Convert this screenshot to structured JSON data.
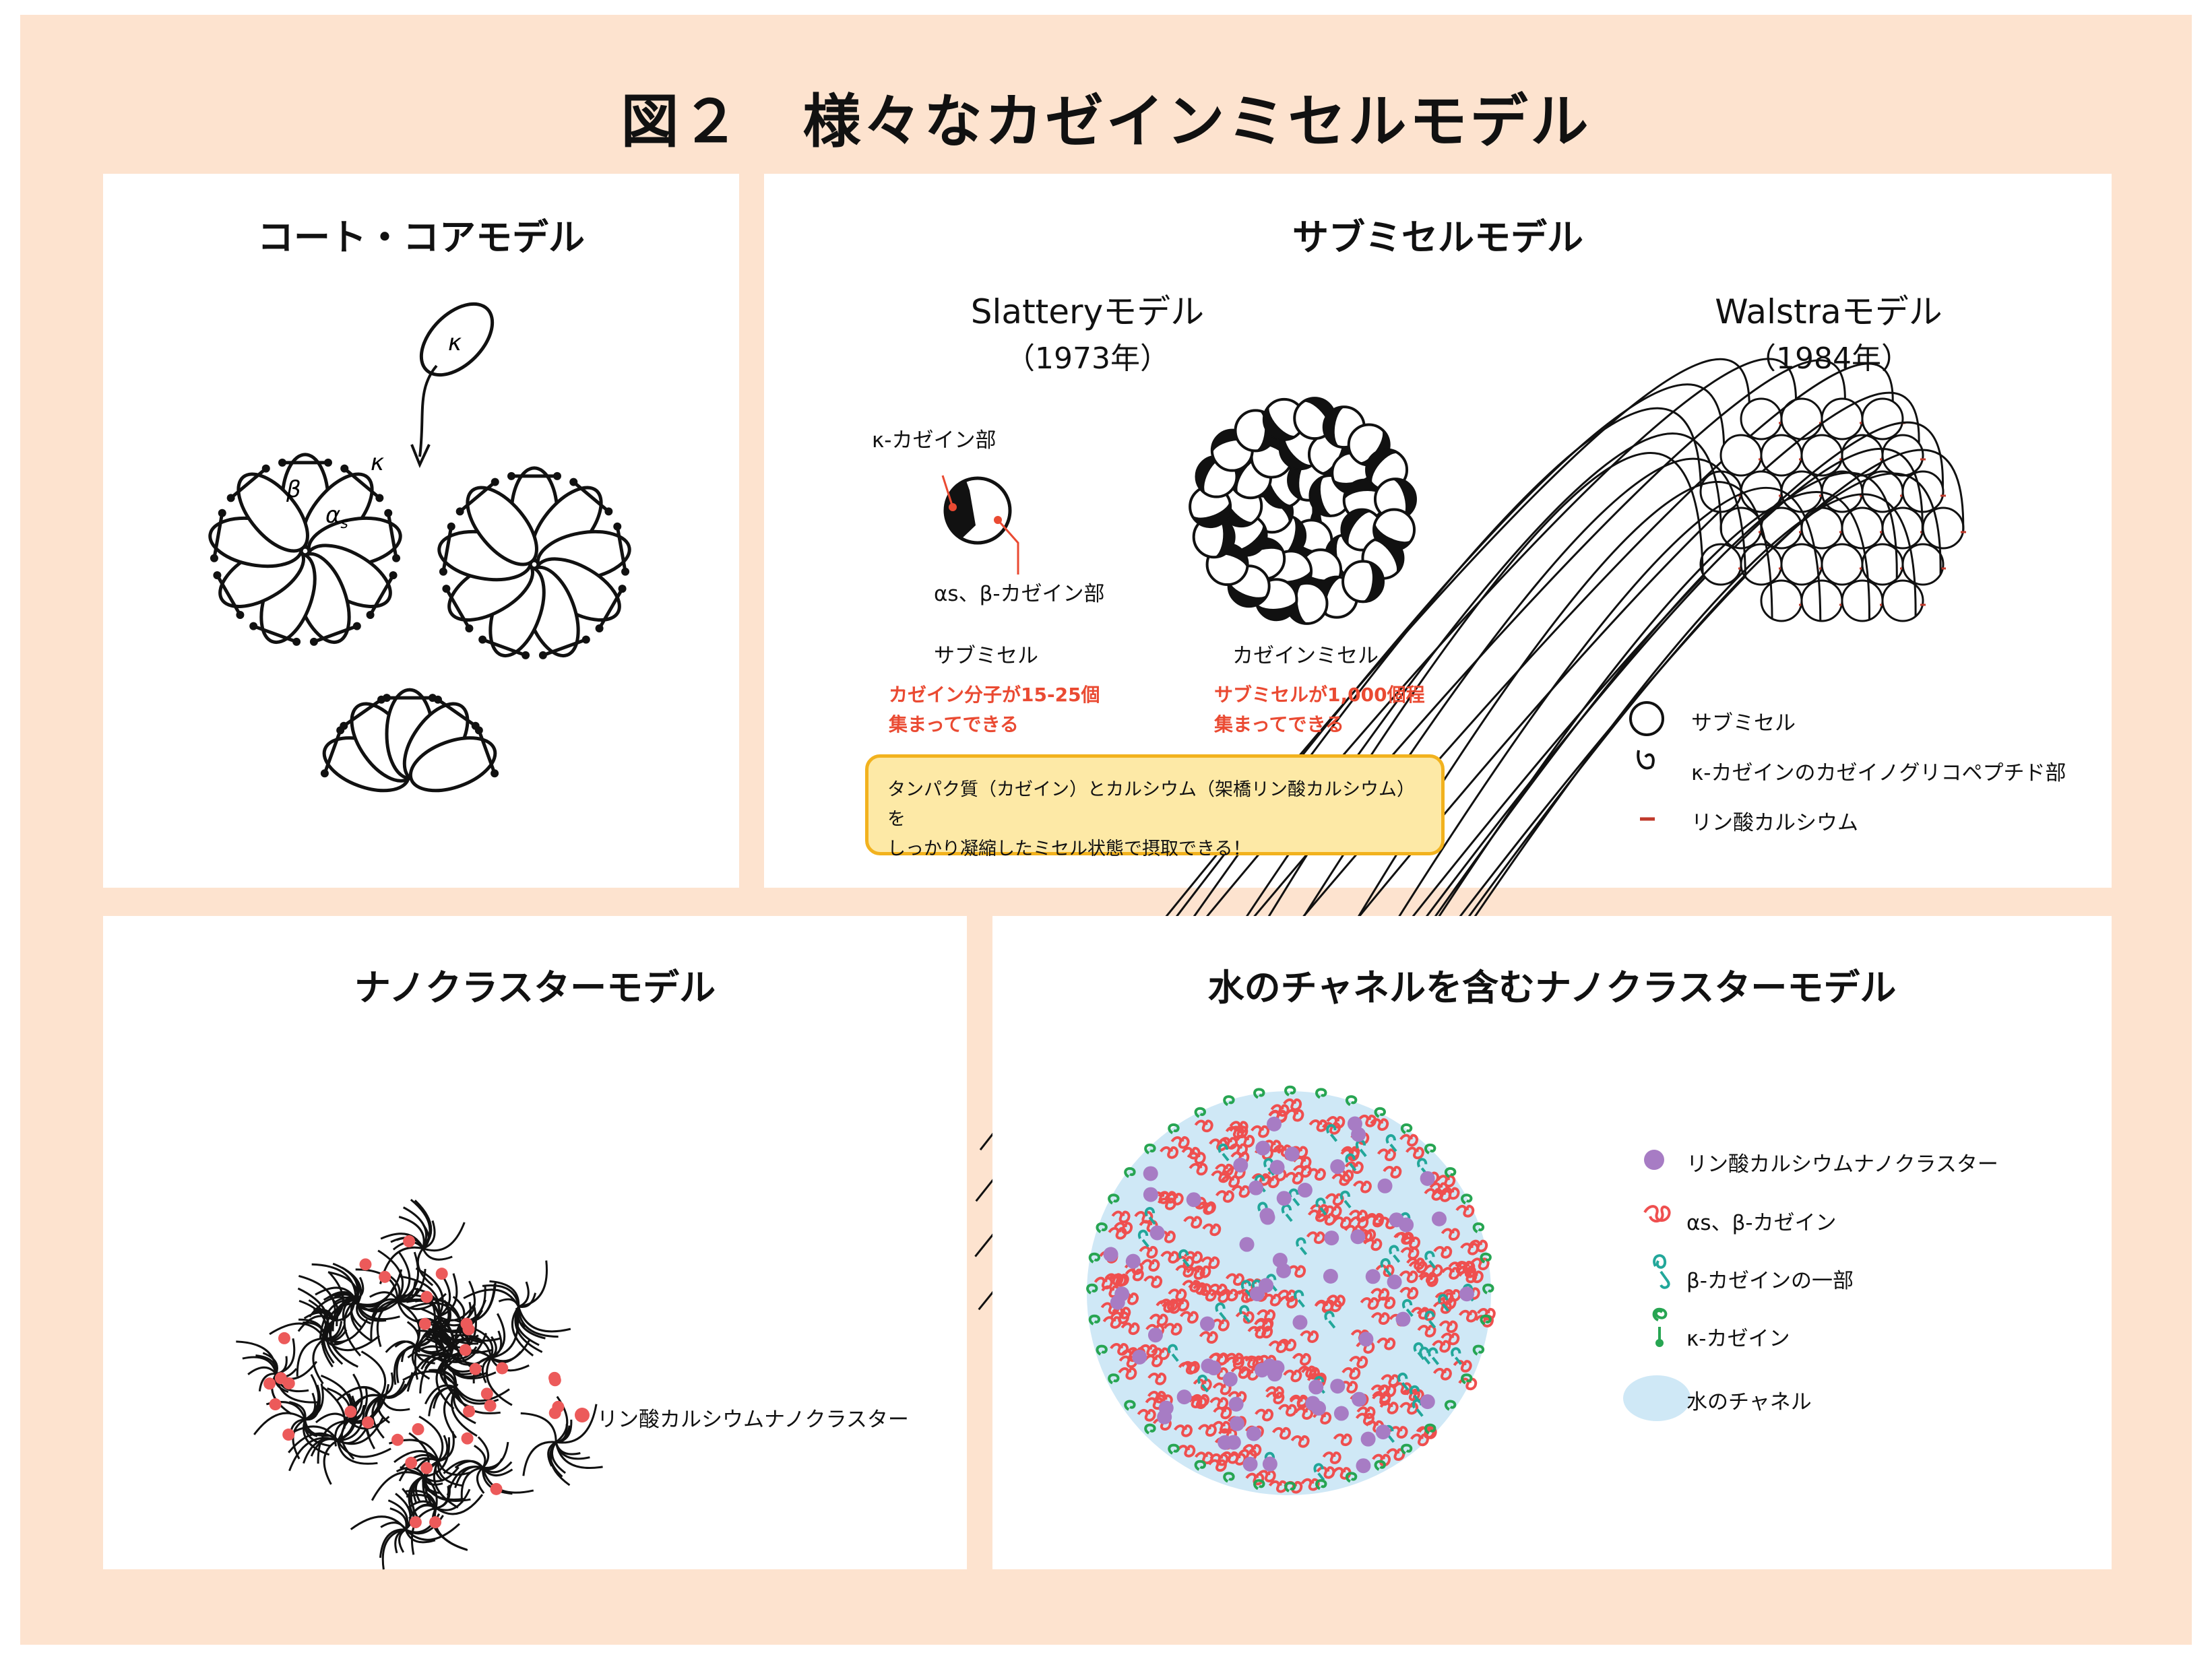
{
  "title": "図２　様々なカゼインミセルモデル",
  "coat_core": {
    "title": "コート・コアモデル",
    "kappa": "κ",
    "beta": "β",
    "alpha_s": "α",
    "alpha_sub": "s"
  },
  "submicelle": {
    "title": "サブミセルモデル",
    "slattery": {
      "name": "Slatteryモデル",
      "year": "（1973年）",
      "kappa_part": "κ-カゼイン部",
      "alpha_beta_part": "αs、β-カゼイン部",
      "submicelle_label": "サブミセル",
      "submicelle_note_line1": "カゼイン分子が15-25個",
      "submicelle_note_line2": "集まってできる",
      "micelle_label": "カゼインミセル",
      "micelle_note_line1": "サブミセルが1,000個程",
      "micelle_note_line2": "集まってできる"
    },
    "note_line1": "タンパク質（カゼイン）とカルシウム（架橋リン酸カルシウム）を",
    "note_line2": "しっかり凝縮したミセル状態で摂取できる！",
    "walstra": {
      "name": "Walstraモデル",
      "year": "（1984年）",
      "legend": [
        "サブミセル",
        "κ-カゼインのカゼイノグリコペプチド部",
        "リン酸カルシウム"
      ]
    }
  },
  "nanocluster": {
    "title": "ナノクラスターモデル",
    "legend": "リン酸カルシウムナノクラスター"
  },
  "water_channel": {
    "title": "水のチャネルを含むナノクラスターモデル",
    "legend": [
      "リン酸カルシウムナノクラスター",
      "αs、β-カゼイン",
      "β-カゼインの一部",
      "κ-カゼイン",
      "水のチャネル"
    ]
  },
  "colors": {
    "background": "#fde3cf",
    "red_text": "#ea4a32",
    "nanocluster_dot": "#ec5a5a",
    "casein_red": "#ef4f4f",
    "purple": "#a77cc4",
    "teal": "#22a79a",
    "green": "#27a552",
    "water": "#cfe8f6",
    "note_fill": "#fde9a6",
    "note_border": "#f2b21e"
  }
}
